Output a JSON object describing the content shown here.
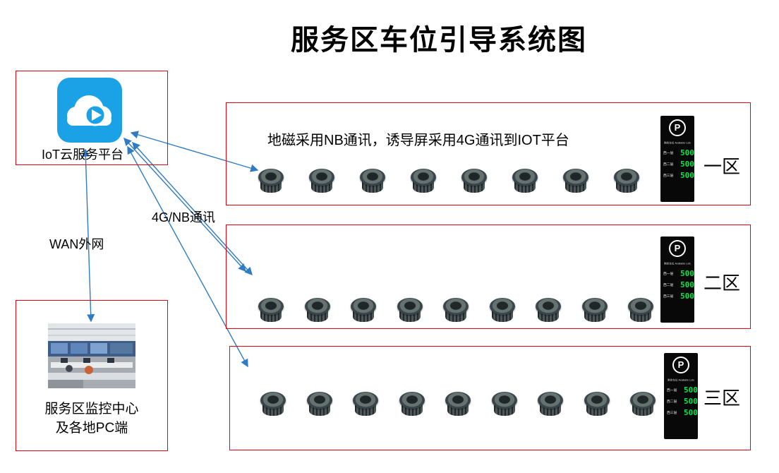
{
  "title": "服务区车位引导系统图",
  "cloud_platform": {
    "label": "IoT云服务平台"
  },
  "monitoring_center": {
    "label": "服务区监控中心\n及各地PC端"
  },
  "links": {
    "wan_label": "WAN外网",
    "comm_label": "4G/NB通讯"
  },
  "zones": [
    {
      "name": "一区",
      "note": "地磁采用NB通讯，诱导屏采用4G通讯到IOT平台",
      "sensor_count": 8,
      "display": {
        "logo": "P",
        "header": "剩余车位 Available Lots",
        "rows": [
          {
            "label": "西一层",
            "value": "500"
          },
          {
            "label": "西二层",
            "value": "500"
          },
          {
            "label": "西三层",
            "value": "500"
          }
        ]
      }
    },
    {
      "name": "二区",
      "note": "",
      "sensor_count": 9,
      "display": {
        "logo": "P",
        "header": "剩余车位 Available Lots",
        "rows": [
          {
            "label": "西一层",
            "value": "500"
          },
          {
            "label": "西二层",
            "value": "500"
          },
          {
            "label": "西三层",
            "value": "500"
          }
        ]
      }
    },
    {
      "name": "三区",
      "note": "",
      "sensor_count": 9,
      "display": {
        "logo": "P",
        "header": "剩余车位 Available Lots",
        "rows": [
          {
            "label": "西一层",
            "value": "500"
          },
          {
            "label": "西二层",
            "value": "500"
          },
          {
            "label": "西三层",
            "value": "500"
          }
        ]
      }
    }
  ],
  "colors": {
    "accent_red": "#e60012",
    "arrow_blue": "#2f7bc4",
    "cloud_blue": "#1ba2e6",
    "display_green": "#00e64d"
  }
}
